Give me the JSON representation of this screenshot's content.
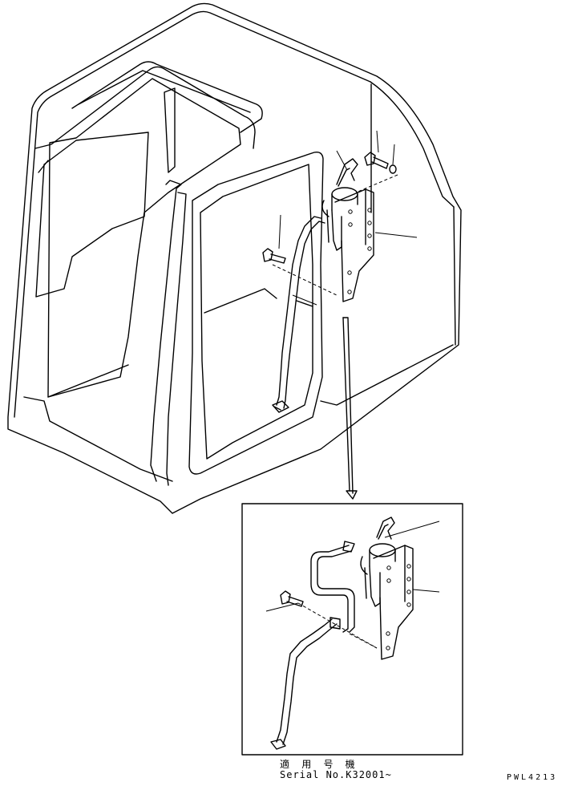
{
  "applicability": {
    "heading": "適 用 号 機",
    "serial": "Serial No.K32001~"
  },
  "figure_code": "PWL4213",
  "icons": [
    "cab-outline",
    "fire-extinguisher",
    "mounting-bracket",
    "bolt",
    "washer",
    "arrow-down"
  ]
}
